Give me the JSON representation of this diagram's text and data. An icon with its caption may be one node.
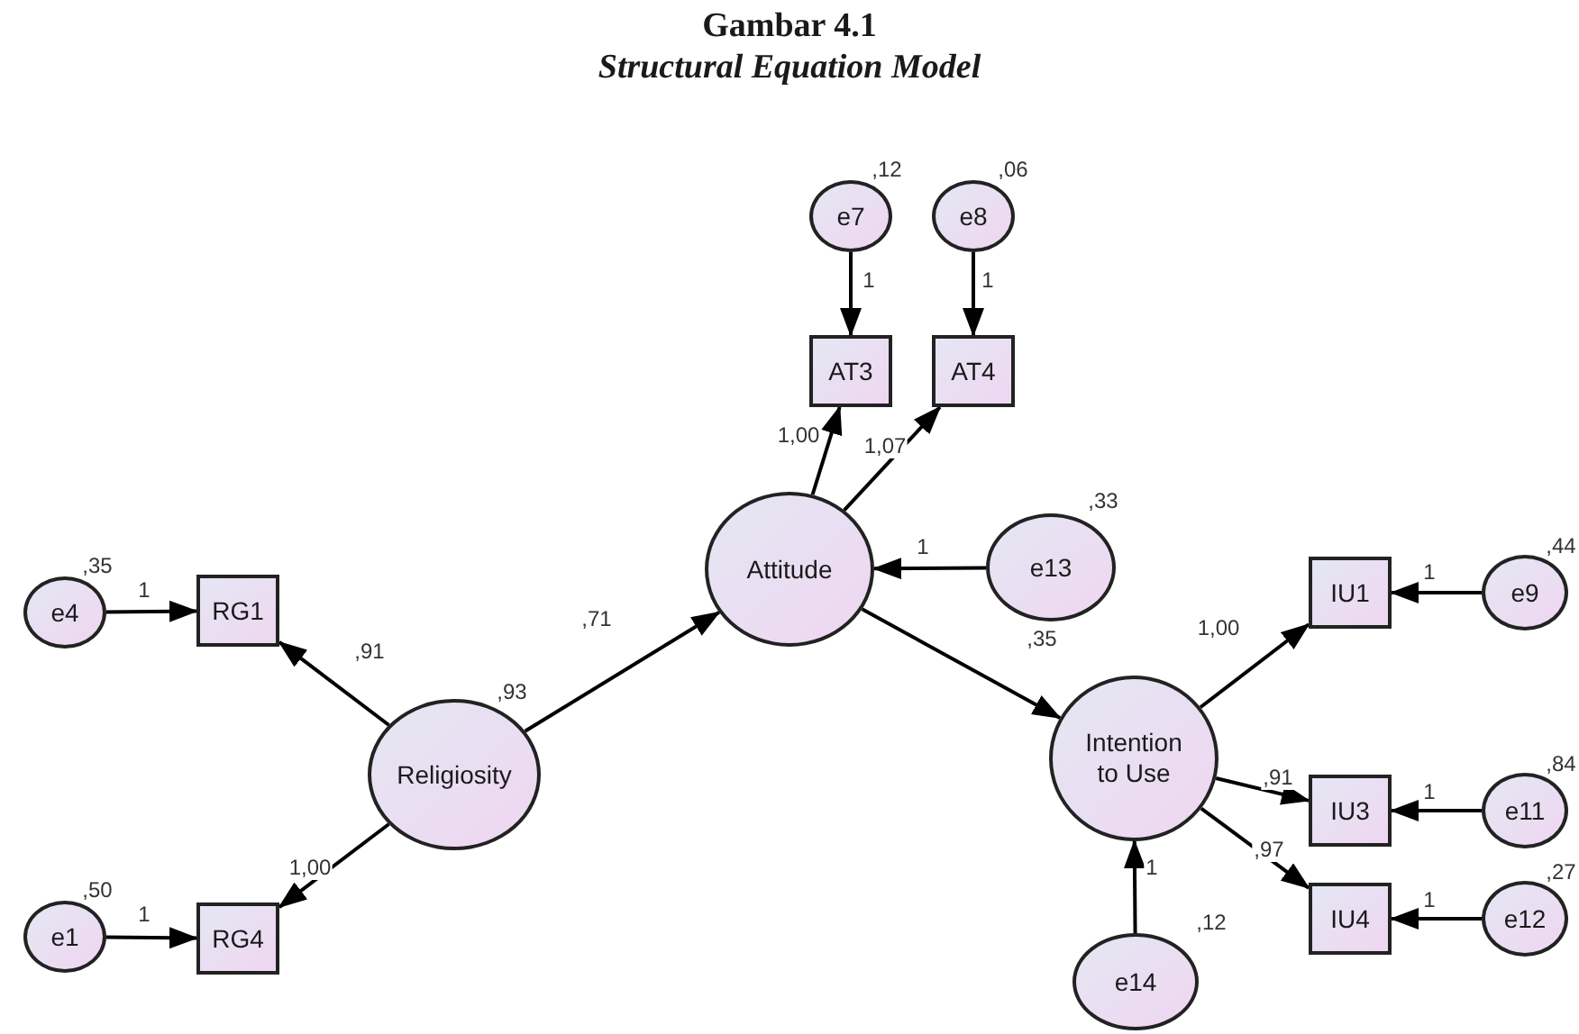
{
  "diagram": {
    "title": "Gambar 4.1",
    "nodes": [
      {
        "text": [
          "e7"
        ],
        "beside": [
          ",12"
        ]
      },
      {
        "text": [
          "e8"
        ],
        "beside": [
          ",06"
        ]
      },
      {
        "text": [
          "AT3"
        ]
      },
      {
        "text": [
          "AT4"
        ]
      },
      {
        "text": [
          "e4"
        ],
        "beside": [
          ",35"
        ]
      },
      {
        "text": [
          "RG1"
        ]
      },
      {
        "text": [
          "Attitude"
        ]
      },
      {
        "text": [
          "e13"
        ],
        "beside": [
          ",33"
        ]
      },
      {
        "text": [
          "IU1"
        ]
      },
      {
        "text": [
          "e9"
        ],
        "beside": [
          ",44"
        ]
      },
      {
        "text": [
          "Religiosity"
        ],
        "beside": [
          ",93"
        ]
      },
      {
        "text": [
          "Intention to Use"
        ]
      },
      {
        "text": [
          "IU3"
        ]
      },
      {
        "text": [
          "e11"
        ],
        "beside": [
          ",84"
        ]
      },
      {
        "text": [
          "e1"
        ],
        "beside": [
          ",50"
        ]
      },
      {
        "text": [
          "RG4"
        ]
      },
      {
        "text": [
          "IU4"
        ]
      },
      {
        "text": [
          "e12"
        ],
        "beside": [
          ",27"
        ]
      },
      {
        "text": [
          "e14"
        ],
        "beside": [
          ",12"
        ]
      }
    ],
    "edges": [
      {
        "from": 0,
        "to": 2,
        "arrow": "to",
        "label": "1"
      },
      {
        "from": 1,
        "to": 3,
        "arrow": "to",
        "label": "1"
      },
      {
        "from": 4,
        "to": 5,
        "arrow": "to",
        "label": "1"
      },
      {
        "from": 10,
        "to": 5,
        "arrow": "to",
        "label": ",91"
      },
      {
        "from": 10,
        "to": 6,
        "arrow": "to",
        "label": ",71"
      },
      {
        "from": 6,
        "to": 2,
        "arrow": "to",
        "label": "1,00"
      },
      {
        "from": 6,
        "to": 3,
        "arrow": "to",
        "label": "1,07"
      },
      {
        "from": 7,
        "to": 6,
        "arrow": "to",
        "label": "1"
      },
      {
        "from": 6,
        "to": 11,
        "arrow": "to",
        "label": ",35"
      },
      {
        "from": 11,
        "to": 8,
        "arrow": "to",
        "label": "1,00"
      },
      {
        "from": 9,
        "to": 8,
        "arrow": "to",
        "label": "1"
      },
      {
        "from": 11,
        "to": 12,
        "arrow": "to",
        "label": ",91"
      },
      {
        "from": 13,
        "to": 12,
        "arrow": "to",
        "label": "1"
      },
      {
        "from": 11,
        "to": 16,
        "arrow": "to",
        "label": ",97"
      },
      {
        "from": 17,
        "to": 16,
        "arrow": "to",
        "label": "1"
      },
      {
        "from": 10,
        "to": 15,
        "arrow": "to",
        "label": "1,00"
      },
      {
        "from": 14,
        "to": 15,
        "arrow": "to",
        "label": "1"
      },
      {
        "from": 18,
        "to": 11,
        "arrow": "to",
        "label": "1"
      }
    ],
    "labels": [
      "Structural Equation Model"
    ]
  }
}
